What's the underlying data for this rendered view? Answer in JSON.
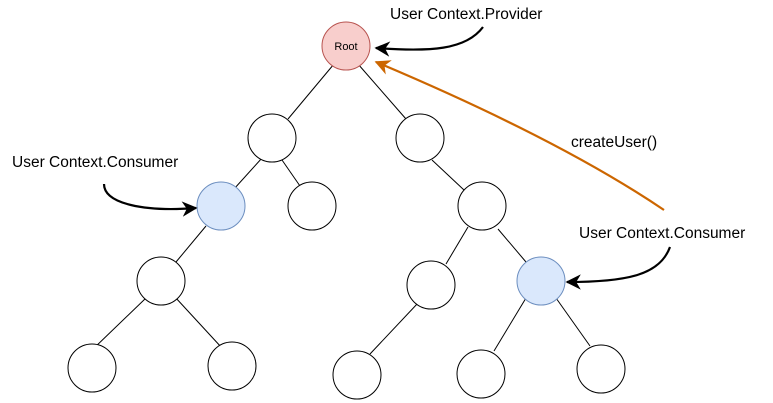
{
  "labels": {
    "provider": "User Context.Provider",
    "consumer_left": "User Context.Consumer",
    "consumer_right": "User Context.Consumer",
    "create_user": "createUser()",
    "root": "Root"
  },
  "colors": {
    "root_fill": "#f8cecc",
    "root_stroke": "#b85450",
    "consumer_fill": "#dae8fc",
    "consumer_stroke": "#6c8ebf",
    "node_fill": "#ffffff",
    "node_stroke": "#000000",
    "edge": "#000000",
    "create_user_arrow": "#cc6600"
  }
}
